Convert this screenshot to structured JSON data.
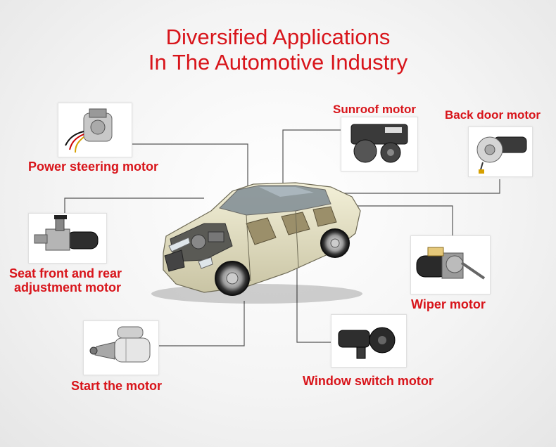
{
  "title": {
    "line1": "Diversified Applications",
    "line2": "In The Automotive Industry"
  },
  "labels": {
    "power_steering": "Power steering motor",
    "sunroof": "Sunroof motor",
    "back_door": "Back door motor",
    "seat_line1": "Seat front and rear",
    "seat_line2": "adjustment motor",
    "wiper": "Wiper motor",
    "start": "Start the motor",
    "window": "Window switch motor"
  },
  "colors": {
    "accent": "#d8141a",
    "connector": "#555555"
  },
  "icons": {
    "car": "car-cutaway-illustration",
    "power_steering": "power-steering-motor-photo",
    "sunroof": "sunroof-motor-photo",
    "back_door": "back-door-motor-photo",
    "seat": "seat-adjustment-motor-photo",
    "wiper": "wiper-motor-photo",
    "start": "starter-motor-photo",
    "window": "window-switch-motor-photo"
  }
}
